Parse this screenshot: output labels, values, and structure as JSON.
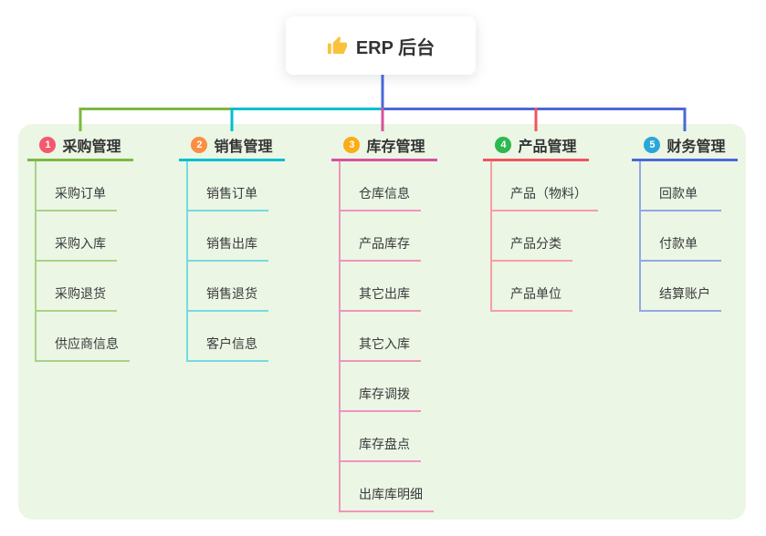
{
  "root": {
    "label": "ERP 后台",
    "icon": "thumbs-up-icon",
    "icon_color": "#F9C23C",
    "stem_color": "#4A68D9"
  },
  "panel": {
    "background": "#EBF6E5"
  },
  "connector": {
    "segment_colors": [
      "#7CB93F",
      "#00C0CC",
      "#4A68D9"
    ],
    "drop_colors": [
      "#7CB93F",
      "#00C0CC",
      "#D9519D",
      "#F0555E",
      "#4A68D9"
    ]
  },
  "branches": [
    {
      "num": "1",
      "title": "采购管理",
      "color": "#7CB93F",
      "light_color": "#A9D287",
      "badge_color": "#F4586C",
      "children": [
        "采购订单",
        "采购入库",
        "采购退货",
        "供应商信息"
      ]
    },
    {
      "num": "2",
      "title": "销售管理",
      "color": "#00C0CC",
      "light_color": "#76DBDF",
      "badge_color": "#FA8E42",
      "children": [
        "销售订单",
        "销售出库",
        "销售退货",
        "客户信息"
      ]
    },
    {
      "num": "3",
      "title": "库存管理",
      "color": "#D9519D",
      "light_color": "#F193BE",
      "badge_color": "#FBAC16",
      "children": [
        "仓库信息",
        "产品库存",
        "其它出库",
        "其它入库",
        "库存调拨",
        "库存盘点",
        "出库库明细"
      ]
    },
    {
      "num": "4",
      "title": "产品管理",
      "color": "#F0555E",
      "light_color": "#F79DA4",
      "badge_color": "#2EB84F",
      "children": [
        "产品（物料）",
        "产品分类",
        "产品单位"
      ]
    },
    {
      "num": "5",
      "title": "财务管理",
      "color": "#4A68D9",
      "light_color": "#92A8E4",
      "badge_color": "#2BA6D8",
      "children": [
        "回款单",
        "付款单",
        "结算账户"
      ]
    }
  ]
}
